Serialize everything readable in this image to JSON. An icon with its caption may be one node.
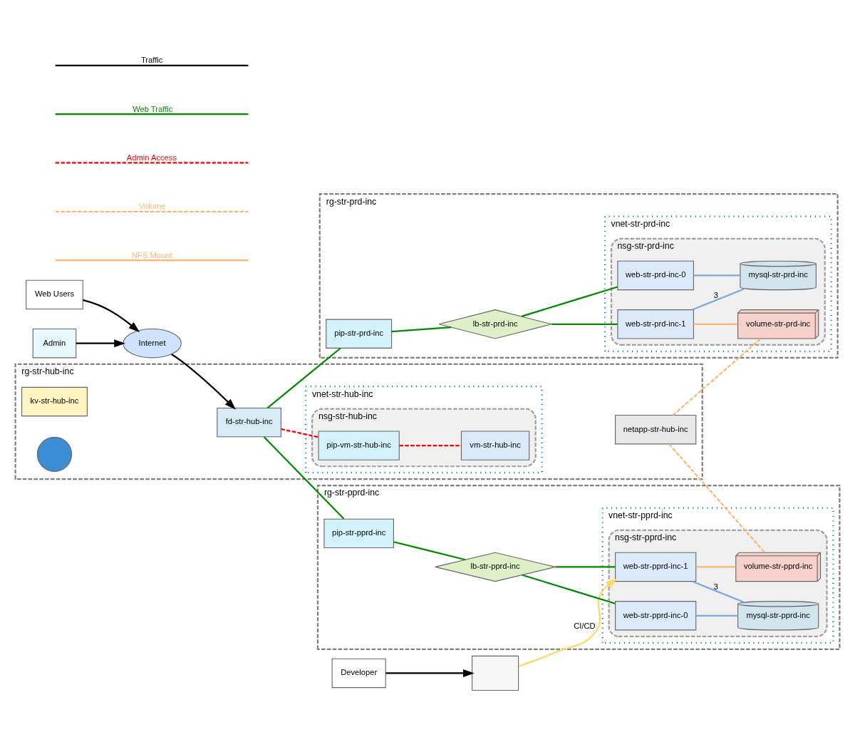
{
  "diagram": {
    "nodes": [
      {
        "text": [
          "Admin"
        ]
      },
      {
        "text": [
          "Web Users"
        ]
      },
      {
        "text": [
          "Developer"
        ]
      },
      {
        "text": [],
        "shape": "box"
      },
      {
        "text": [
          "Internet"
        ]
      },
      {
        "text": [
          "rg-str-hub-inc"
        ]
      },
      {
        "text": [
          "fd-str-hub-inc"
        ],
        "in": 5
      },
      {
        "text": [
          "vnet-str-hub-inc"
        ],
        "in": 5
      },
      {
        "text": [
          "nsg-str-hub-inc"
        ],
        "in": 7
      },
      {
        "text": [
          "pip-vm-str-hub-inc"
        ],
        "in": 8
      },
      {
        "text": [
          "vm-str-hub-inc"
        ],
        "in": 8
      },
      {
        "text": [
          "kv-str-hub-inc"
        ],
        "in": 5
      },
      {
        "text": [
          "netapp-str-hub-inc"
        ],
        "in": 5
      },
      {
        "text": [],
        "shape": "circle",
        "in": 5
      },
      {
        "text": [
          "rg-str-prd-inc"
        ]
      },
      {
        "text": [
          "pip-str-prd-inc"
        ],
        "in": 14
      },
      {
        "text": [
          "lb-str-prd-inc"
        ],
        "in": 14
      },
      {
        "text": [
          "vnet-str-prd-inc"
        ],
        "in": 14
      },
      {
        "text": [
          "nsg-str-prd-inc"
        ],
        "in": 17
      },
      {
        "text": [
          "web-str-prd-inc-0"
        ],
        "in": 18
      },
      {
        "text": [
          "web-str-prd-inc-1"
        ],
        "in": 18
      },
      {
        "text": [
          "mysql-str-prd-inc"
        ],
        "in": 18
      },
      {
        "text": [
          "volume-str-prd-inc"
        ],
        "in": 18
      },
      {
        "text": [
          "rg-str-pprd-inc"
        ]
      },
      {
        "text": [
          "pip-str-pprd-inc"
        ],
        "in": 23
      },
      {
        "text": [
          "lb-str-pprd-inc"
        ],
        "in": 23
      },
      {
        "text": [
          "vnet-str-pprd-inc"
        ],
        "in": 23
      },
      {
        "text": [
          "nsg-str-pprd-inc"
        ],
        "in": 26
      },
      {
        "text": [
          "web-str-pprd-inc-0"
        ],
        "in": 27
      },
      {
        "text": [
          "web-str-pprd-inc-1"
        ],
        "in": 27
      },
      {
        "text": [
          "mysql-str-pprd-inc"
        ],
        "in": 27
      },
      {
        "text": [
          "volume-str-pprd-inc"
        ],
        "in": 27
      }
    ],
    "edges": [
      {
        "from": 0,
        "to": 4,
        "arrow": "to",
        "color": "#000000"
      },
      {
        "from": 1,
        "to": 4,
        "arrow": "to",
        "color": "#000000"
      },
      {
        "from": 4,
        "to": 6,
        "arrow": "to",
        "color": "#000000"
      },
      {
        "from": 2,
        "to": 3,
        "arrow": "to",
        "color": "#000000"
      },
      {
        "from": 3,
        "to": 29,
        "arrow": "to",
        "label": "CI/CD",
        "color": "#ffd966"
      },
      {
        "from": 6,
        "to": 9,
        "arrow": "none",
        "style": "dashed",
        "color": "#ff0000"
      },
      {
        "from": 9,
        "to": 10,
        "arrow": "none",
        "style": "dashed",
        "color": "#ff0000"
      },
      {
        "from": 6,
        "to": 15,
        "arrow": "none"
      },
      {
        "from": 15,
        "to": 16,
        "arrow": "none"
      },
      {
        "from": 16,
        "to": 19,
        "arrow": "none"
      },
      {
        "from": 16,
        "to": 20,
        "arrow": "none"
      },
      {
        "from": 19,
        "to": 21,
        "arrow": "none",
        "color": "#7ea6e0"
      },
      {
        "from": 20,
        "to": 21,
        "arrow": "none",
        "label": "3",
        "color": "#7ea6e0"
      },
      {
        "from": 20,
        "to": 22,
        "arrow": "none",
        "color": "#ffb570"
      },
      {
        "from": 6,
        "to": 24,
        "arrow": "none"
      },
      {
        "from": 24,
        "to": 25,
        "arrow": "none"
      },
      {
        "from": 25,
        "to": 28,
        "arrow": "none"
      },
      {
        "from": 25,
        "to": 29,
        "arrow": "none"
      },
      {
        "from": 28,
        "to": 30,
        "arrow": "none",
        "color": "#7ea6e0"
      },
      {
        "from": 29,
        "to": 30,
        "arrow": "none",
        "label": "3",
        "color": "#7ea6e0"
      },
      {
        "from": 29,
        "to": 31,
        "arrow": "none",
        "color": "#ffb570"
      },
      {
        "from": 12,
        "to": 22,
        "arrow": "none",
        "style": "dashed",
        "color": "#ffb570"
      },
      {
        "from": 12,
        "to": 31,
        "arrow": "none",
        "style": "dashed",
        "color": "#ffb570"
      }
    ],
    "legend": [
      {
        "text": "Traffic"
      },
      {
        "text": "Web Traffic"
      },
      {
        "text": "Admin Access"
      },
      {
        "text": "Volume"
      },
      {
        "text": "NFS Mount"
      }
    ]
  }
}
